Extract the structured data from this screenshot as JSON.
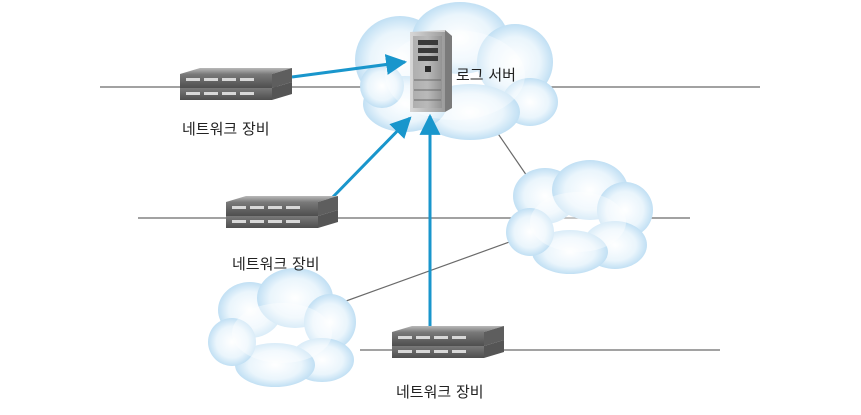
{
  "diagram": {
    "server_label": "로그 서버",
    "device_labels": [
      "네트워크 장비",
      "네트워크 장비",
      "네트워크 장비"
    ]
  },
  "colors": {
    "arrow": "#1996cc",
    "cloud_inner": "#ffffff",
    "cloud_outer": "#a9d3ef",
    "network_line": "#6a6a6a",
    "device_body": "#8c8c8c",
    "server_body": "#9a9a9a"
  },
  "icons": [
    "network-switch-icon",
    "server-icon",
    "cloud-icon"
  ]
}
